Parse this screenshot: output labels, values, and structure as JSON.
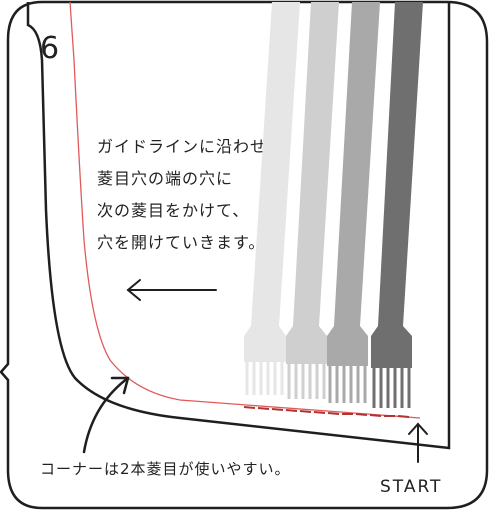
{
  "step_number": "6",
  "instruction_lines": [
    "ガイドラインに沿わせて",
    "菱目穴の端の穴に",
    "次の菱目をかけて、",
    "穴を開けていきます。"
  ],
  "corner_caption": "コーナーは2本菱目が使いやすい。",
  "start_label": "START",
  "colors": {
    "frame": "#1f1f1f",
    "guide_line": "#e05a5a",
    "tool_shades": [
      "#e6e6e6",
      "#cfcfcf",
      "#a9a9a9",
      "#6f6f6f"
    ]
  },
  "icons": {
    "direction_arrow": "left-arrow-icon",
    "corner_pointer": "curved-pointer-arrow-icon",
    "start_marker": "up-arrow-icon"
  }
}
